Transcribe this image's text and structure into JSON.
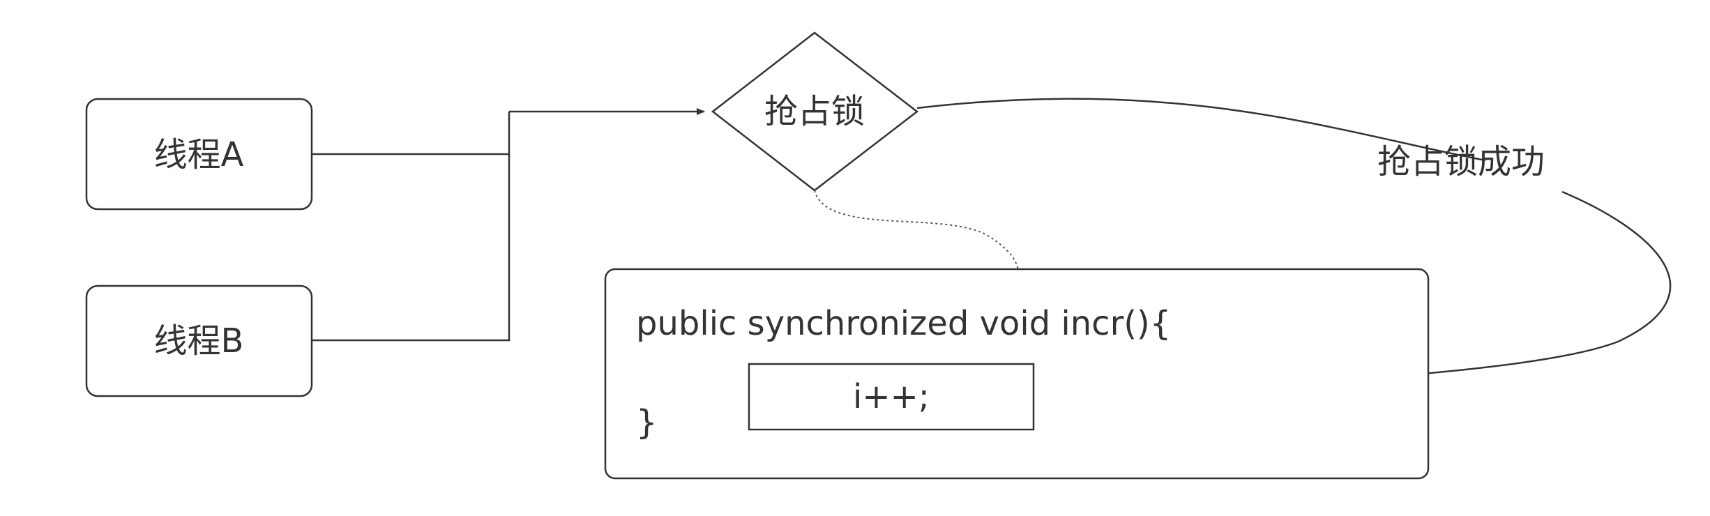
{
  "nodes": {
    "thread_a": "线程A",
    "thread_b": "线程B",
    "decision": "抢占锁",
    "code_header": "public synchronized void incr(){",
    "code_body": "i++;",
    "code_footer": "}"
  },
  "edges": {
    "success_label": "抢占锁成功"
  },
  "colors": {
    "stroke": "#333333",
    "text": "#333333",
    "background": "#ffffff"
  }
}
